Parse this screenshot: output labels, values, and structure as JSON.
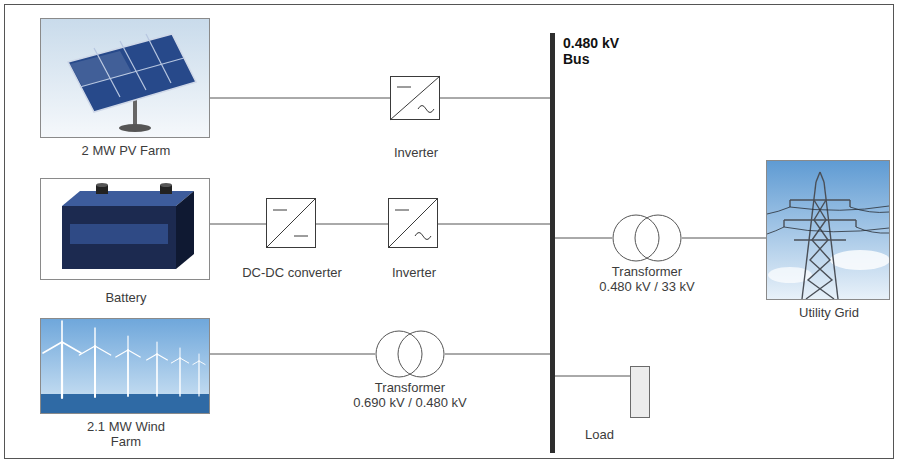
{
  "diagram": {
    "nodes": [
      {
        "text": [
          "2 MW PV Farm"
        ]
      },
      {
        "text": [
          "Inverter"
        ]
      },
      {
        "text": [
          "0.480 kV Bus"
        ]
      },
      {
        "text": [
          "Battery"
        ]
      },
      {
        "text": [
          "DC-DC converter"
        ]
      },
      {
        "text": [
          "Inverter"
        ]
      },
      {
        "text": [
          "Transformer",
          "0.480 kV / 33 kV"
        ]
      },
      {
        "text": [
          "Utility Grid"
        ]
      },
      {
        "text": [
          "2.1 MW Wind Farm"
        ]
      },
      {
        "text": [
          "Transformer",
          "0.690 kV / 0.480 kV"
        ]
      },
      {
        "text": [
          "Load"
        ]
      }
    ],
    "edges": [
      {
        "from": 0,
        "to": 1,
        "arrow": "none"
      },
      {
        "from": 1,
        "to": 2,
        "arrow": "none"
      },
      {
        "from": 3,
        "to": 4,
        "arrow": "none"
      },
      {
        "from": 4,
        "to": 5,
        "arrow": "none"
      },
      {
        "from": 5,
        "to": 2,
        "arrow": "none"
      },
      {
        "from": 2,
        "to": 6,
        "arrow": "none"
      },
      {
        "from": 6,
        "to": 7,
        "arrow": "none"
      },
      {
        "from": 8,
        "to": 9,
        "arrow": "none"
      },
      {
        "from": 9,
        "to": 2,
        "arrow": "none"
      },
      {
        "from": 2,
        "to": 10,
        "arrow": "none"
      }
    ]
  }
}
